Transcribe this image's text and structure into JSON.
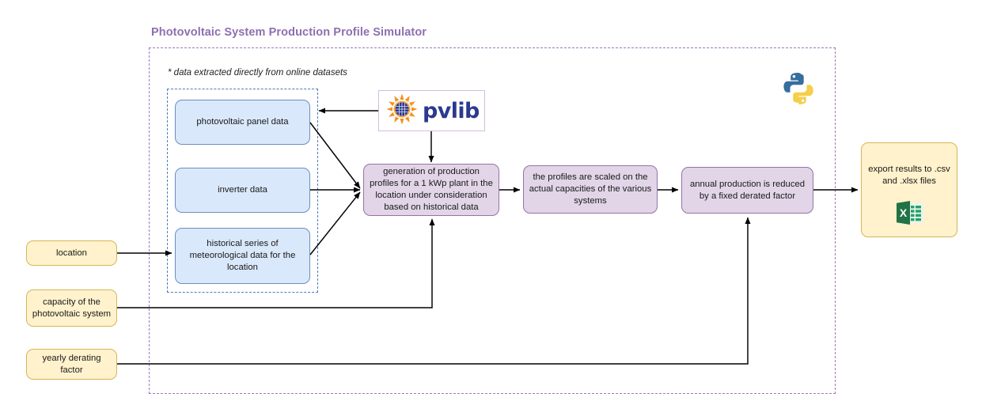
{
  "diagram": {
    "title": "Photovoltaic System Production Profile Simulator",
    "note": "* data extracted directly from online datasets",
    "accent_title_color": "#8e6fb0",
    "outer_border_color": "#a077c0",
    "sources_border_color": "#4a7ebb"
  },
  "inputs": [
    {
      "id": "location",
      "label": "location"
    },
    {
      "id": "capacity",
      "label": "capacity of the\nphotovoltaic system",
      "line1": "capacity of the",
      "line2": "photovoltaic system"
    },
    {
      "id": "derating",
      "label": "yearly derating factor"
    }
  ],
  "data_sources": [
    {
      "id": "panel",
      "label": "photovoltaic panel data"
    },
    {
      "id": "inverter",
      "label": "inverter data"
    },
    {
      "id": "meteo",
      "label": "historical series of meteorological data for the location"
    }
  ],
  "processes": [
    {
      "id": "generation",
      "label": "generation of production profiles for a 1 kWp plant in the location under consideration based on historical data"
    },
    {
      "id": "scaled",
      "label": "the profiles are scaled on the actual capacities of the various systems"
    },
    {
      "id": "derated",
      "label": "annual production is reduced by a fixed derated factor"
    }
  ],
  "export": {
    "label": "export results to .csv and .xlsx files",
    "icon": "excel-icon"
  },
  "logos": {
    "pvlib": {
      "wordmark": "pvlib",
      "icon": "pvlib-sun-panel-icon",
      "word_color": "#2b3a8f",
      "sun_color": "#f59120"
    },
    "python": {
      "icon": "python-logo-icon",
      "blue": "#366e9e",
      "yellow": "#f5ce4a"
    }
  },
  "colors": {
    "node_blue_fill": "#dae8fc",
    "node_blue_border": "#6c8ebf",
    "node_purple_fill": "#e1d5e7",
    "node_purple_border": "#9673a6",
    "node_yellow_fill": "#fff2cc",
    "node_yellow_border": "#d6b656",
    "excel_green": "#217346"
  }
}
